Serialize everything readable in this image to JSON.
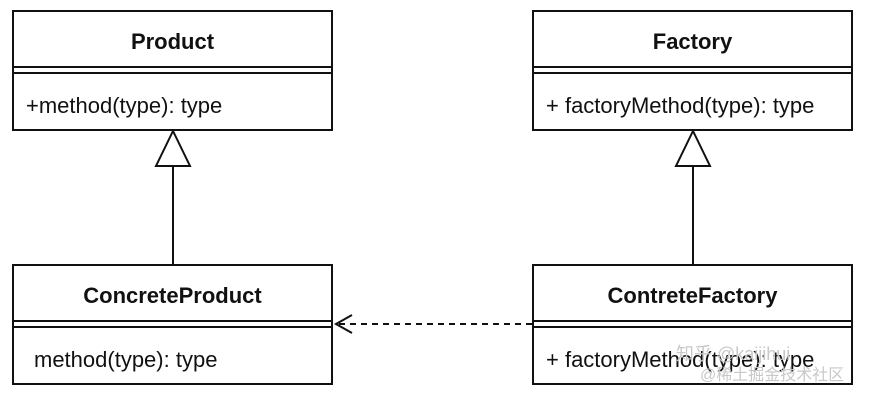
{
  "classes": {
    "product": {
      "name": "Product",
      "method": "+method(type): type"
    },
    "factory": {
      "name": "Factory",
      "method": "+ factoryMethod(type): type"
    },
    "concrete_product": {
      "name": "ConcreteProduct",
      "method": "method(type): type"
    },
    "concrete_factory": {
      "name": "ContreteFactory",
      "method": "+ factoryMethod(type): type"
    }
  },
  "relations": [
    {
      "from": "ConcreteProduct",
      "to": "Product",
      "kind": "generalization"
    },
    {
      "from": "ContreteFactory",
      "to": "Factory",
      "kind": "generalization"
    },
    {
      "from": "ContreteFactory",
      "to": "ConcreteProduct",
      "kind": "dependency"
    }
  ],
  "watermark": {
    "line1": "知乎 @kaijihui",
    "line2": "@稀土掘金技术社区"
  },
  "colors": {
    "line": "#111111",
    "background": "#ffffff",
    "watermark": "#c8c8c8"
  }
}
